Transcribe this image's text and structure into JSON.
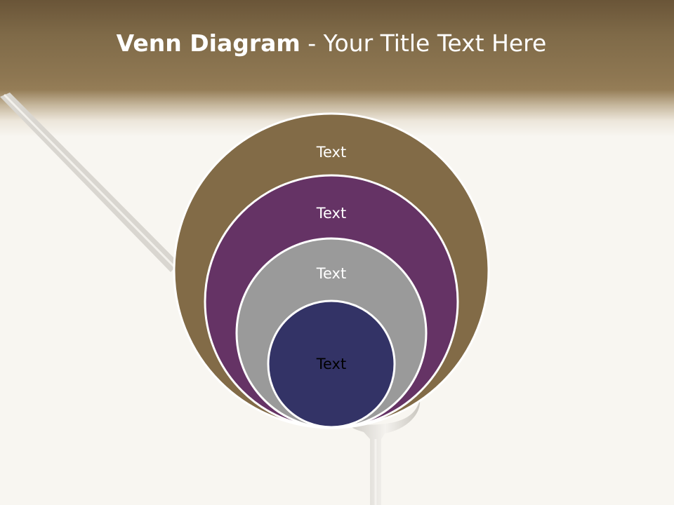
{
  "slide": {
    "title_bold": "Venn Diagram",
    "title_rest": " - Your Title Text Here"
  },
  "diagram": {
    "type": "nested-venn",
    "circles": [
      {
        "label": "Text",
        "fill": "#826b47",
        "text_color": "#ffffff"
      },
      {
        "label": "Text",
        "fill": "#653365",
        "text_color": "#ffffff"
      },
      {
        "label": "Text",
        "fill": "#9a9a9a",
        "text_color": "#ffffff"
      },
      {
        "label": "Text",
        "fill": "#333366",
        "text_color": "#000000"
      }
    ]
  },
  "colors": {
    "header": "#8e7752",
    "background": "#f8f6f1",
    "circle_outline": "#ffffff"
  }
}
